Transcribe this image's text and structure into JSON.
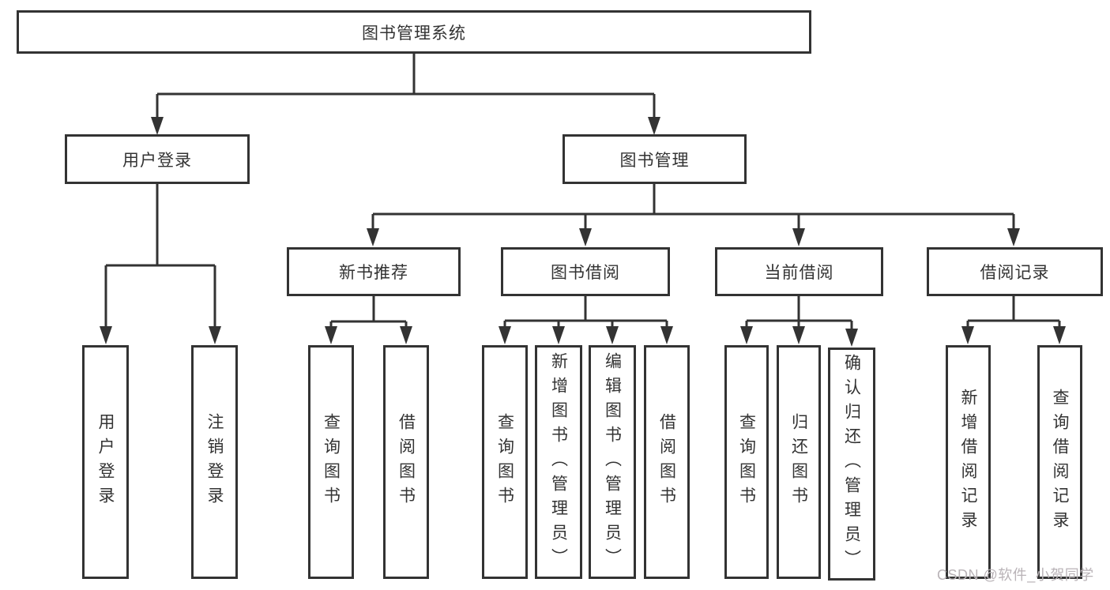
{
  "colors": {
    "line": "#333333",
    "text": "#333333",
    "background": "#ffffff",
    "watermark_color": "#b9b3b7"
  },
  "tree": {
    "root": "图书管理系统",
    "branches": [
      {
        "label": "用户登录",
        "children": [
          "用户登录",
          "注销登录"
        ]
      },
      {
        "label": "图书管理",
        "sections": [
          {
            "label": "新书推荐",
            "children": [
              "查询图书",
              "借阅图书"
            ]
          },
          {
            "label": "图书借阅",
            "children": [
              "查询图书",
              "新增图书（管理员）",
              "编辑图书（管理员）",
              "借阅图书"
            ]
          },
          {
            "label": "当前借阅",
            "children": [
              "查询图书",
              "归还图书",
              "确认归还（管理员）"
            ]
          },
          {
            "label": "借阅记录",
            "children": [
              "新增借阅记录",
              "查询借阅记录"
            ]
          }
        ]
      }
    ]
  },
  "watermark": "CSDN @软件_小贺同学"
}
